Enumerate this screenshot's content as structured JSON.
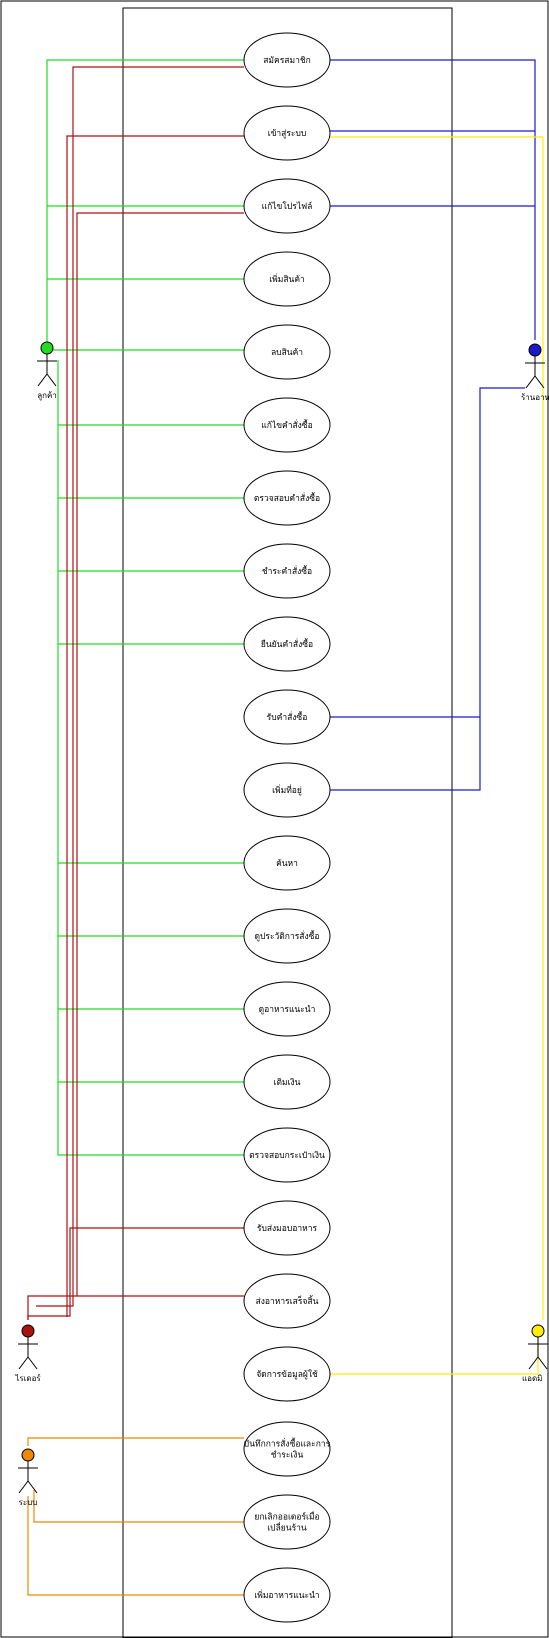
{
  "actors": [
    {
      "id": "customer",
      "label": "ลูกค้า",
      "color": "#22dd22"
    },
    {
      "id": "restaurant",
      "label": "ร้านอาหา",
      "color": "#1a1acc"
    },
    {
      "id": "rider",
      "label": "ไรเดอร์",
      "color": "#aa1111"
    },
    {
      "id": "admin",
      "label": "แอดมิ",
      "color": "#ffee00"
    },
    {
      "id": "system",
      "label": "ระบบ",
      "color": "#ee8800"
    }
  ],
  "use_cases": [
    {
      "id": "uc1",
      "lines": [
        "สมัครสมาชิก"
      ]
    },
    {
      "id": "uc2",
      "lines": [
        "เข้าสู่ระบบ"
      ]
    },
    {
      "id": "uc3",
      "lines": [
        "แก้ไขโปรไฟล์"
      ]
    },
    {
      "id": "uc4",
      "lines": [
        "เพิ่มสินค้า"
      ]
    },
    {
      "id": "uc5",
      "lines": [
        "ลบสินค้า"
      ]
    },
    {
      "id": "uc6",
      "lines": [
        "แก้ไขคำสั่งซื้อ"
      ]
    },
    {
      "id": "uc7",
      "lines": [
        "ตรวจสอบคำสั่งซื้อ"
      ]
    },
    {
      "id": "uc8",
      "lines": [
        "ชำระคำสั่งซื้อ"
      ]
    },
    {
      "id": "uc9",
      "lines": [
        "ยืนยันคำสั่งซื้อ"
      ]
    },
    {
      "id": "uc10",
      "lines": [
        "รับคำสั่งซื้อ"
      ]
    },
    {
      "id": "uc11",
      "lines": [
        "เพิ่มที่อยู่"
      ]
    },
    {
      "id": "uc12",
      "lines": [
        "ค้นหา"
      ]
    },
    {
      "id": "uc13",
      "lines": [
        "ดูประวัติการสั่งซื้อ"
      ]
    },
    {
      "id": "uc14",
      "lines": [
        "ดูอาหารแนะนำ"
      ]
    },
    {
      "id": "uc15",
      "lines": [
        "เติมเงิน"
      ]
    },
    {
      "id": "uc16",
      "lines": [
        "ตรวจสอบกระเป๋าเงิน"
      ]
    },
    {
      "id": "uc17",
      "lines": [
        "รับส่งมอบอาหาร"
      ]
    },
    {
      "id": "uc18",
      "lines": [
        "ส่งอาหารเสร็จสิ้น"
      ]
    },
    {
      "id": "uc19",
      "lines": [
        "จัดการข้อมูลผู้ใช้"
      ]
    },
    {
      "id": "uc20",
      "lines": [
        "บันทึกการสั่งซื้อและการ",
        "ชำระเงิน"
      ]
    },
    {
      "id": "uc21",
      "lines": [
        "ยกเลิกออเดอร์เมื่อ",
        "เปลี่ยนร้าน"
      ]
    },
    {
      "id": "uc22",
      "lines": [
        "เพิ่มอาหารแนะนำ"
      ]
    }
  ]
}
